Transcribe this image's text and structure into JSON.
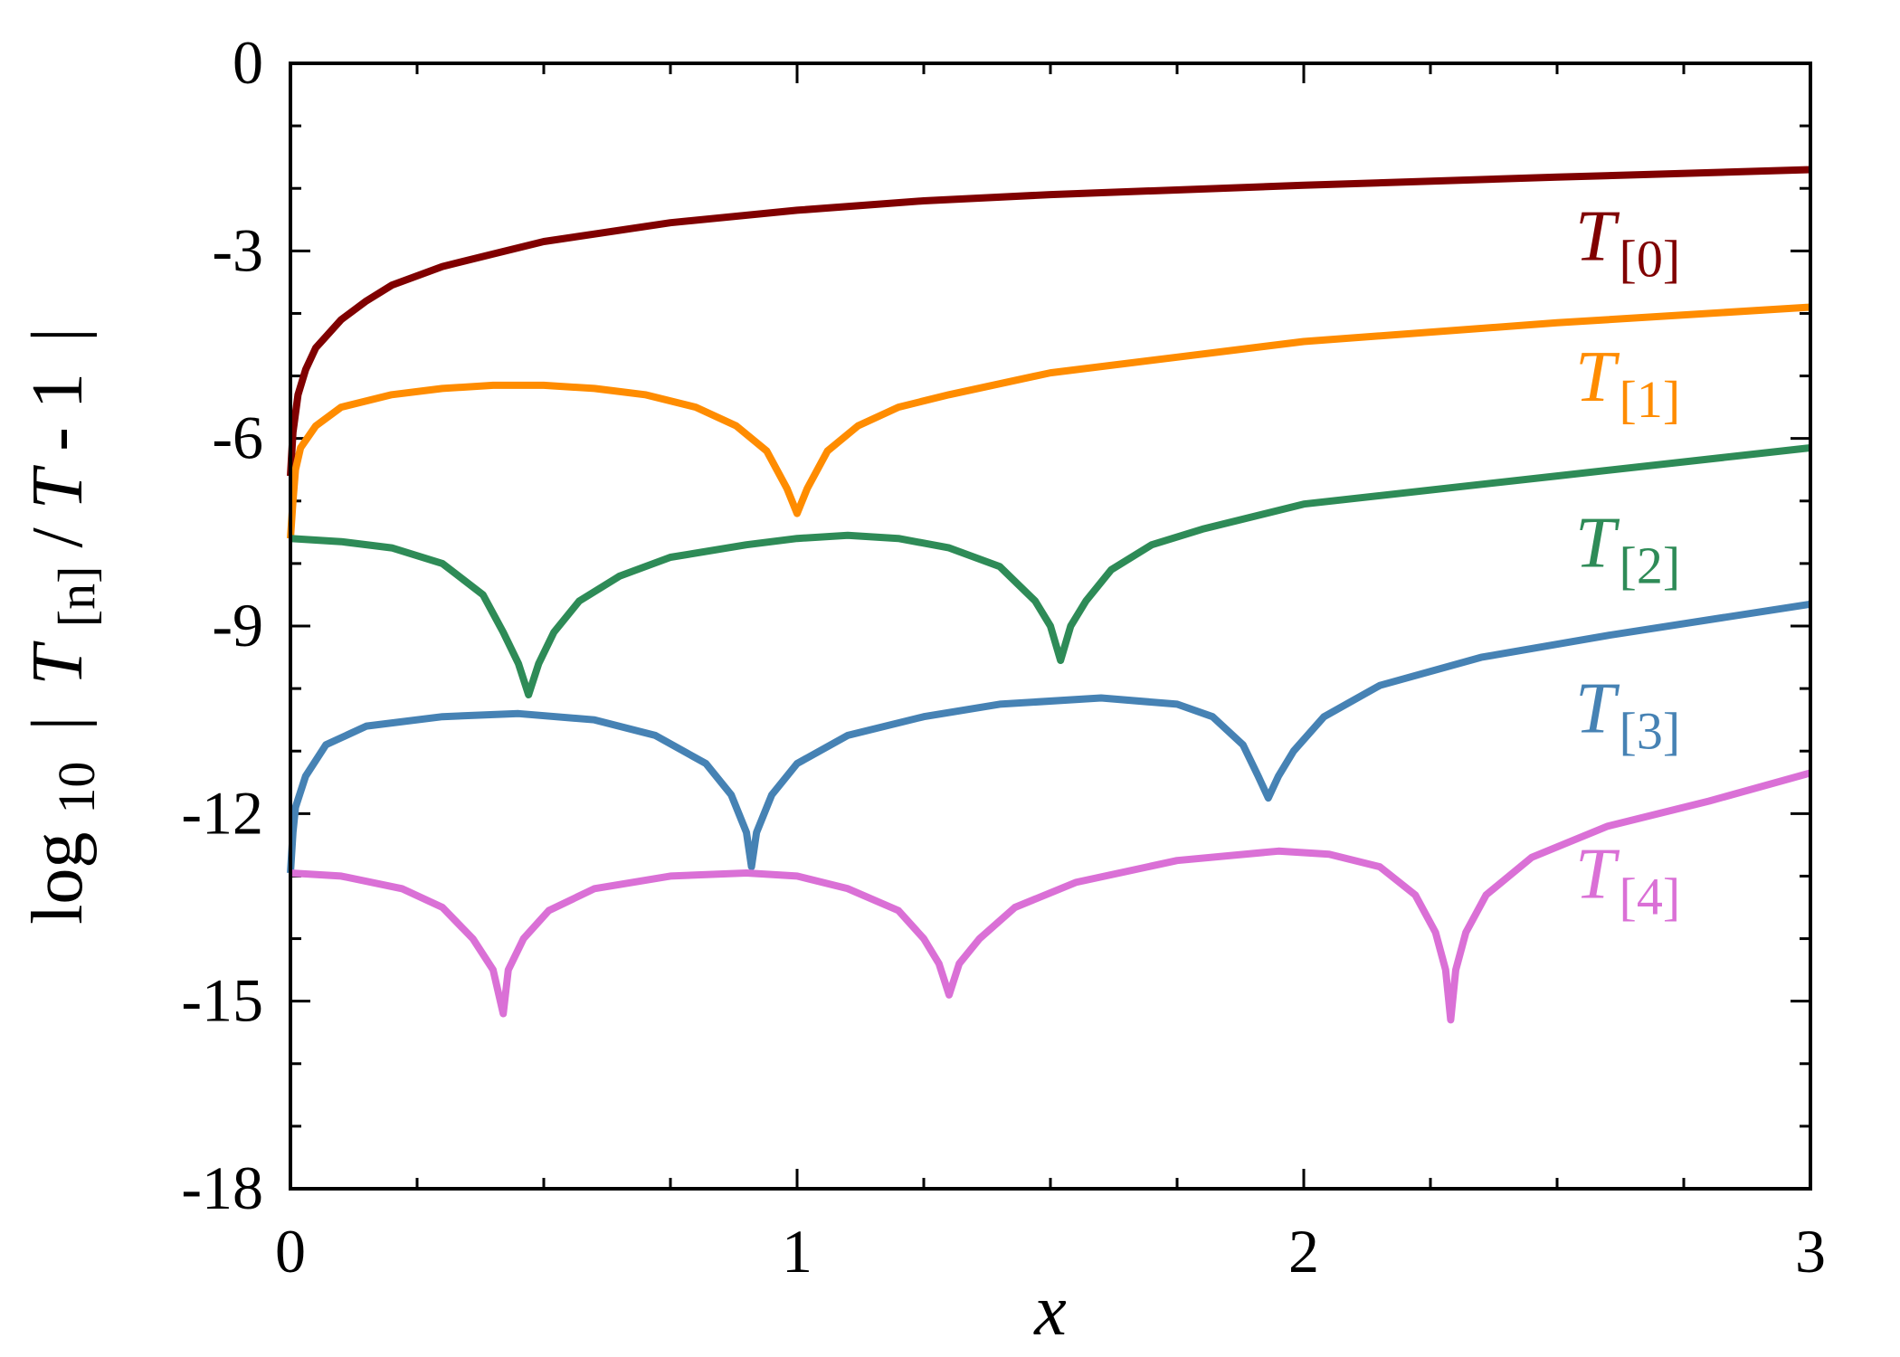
{
  "chart_data": {
    "type": "line",
    "title": "",
    "xlabel": "x",
    "ylabel": {
      "prefix": "log",
      "log_base": "10",
      "bar_open": "|",
      "T1": "T",
      "sub": "[n]",
      "middle": "/",
      "T2": "T",
      "suffix": " - 1",
      "bar_close": "|"
    },
    "xlim": [
      0,
      3
    ],
    "ylim": [
      -18,
      0
    ],
    "xticks": [
      0,
      1,
      2,
      3
    ],
    "xtick_labels": [
      "0",
      "1",
      "2",
      "3"
    ],
    "yticks": [
      0,
      -3,
      -6,
      -9,
      -12,
      -15,
      -18
    ],
    "ytick_labels": [
      "0",
      "-3",
      "-6",
      "-9",
      "-12",
      "-15",
      "-18"
    ],
    "x_minor_step": 0.25,
    "y_minor_step": 1,
    "grid": false,
    "legend": "inline-right",
    "series": [
      {
        "name": "T",
        "sub": "[0]",
        "color": "#800000",
        "label_anchor": [
          2.5,
          -3.15
        ],
        "points": [
          [
            0.0,
            -6.6
          ],
          [
            0.005,
            -5.9
          ],
          [
            0.015,
            -5.3
          ],
          [
            0.03,
            -4.9
          ],
          [
            0.05,
            -4.55
          ],
          [
            0.1,
            -4.1
          ],
          [
            0.15,
            -3.8
          ],
          [
            0.2,
            -3.55
          ],
          [
            0.3,
            -3.25
          ],
          [
            0.4,
            -3.05
          ],
          [
            0.5,
            -2.85
          ],
          [
            0.75,
            -2.55
          ],
          [
            1.0,
            -2.35
          ],
          [
            1.25,
            -2.2
          ],
          [
            1.5,
            -2.1
          ],
          [
            2.0,
            -1.95
          ],
          [
            2.5,
            -1.82
          ],
          [
            3.0,
            -1.7
          ]
        ]
      },
      {
        "name": "T",
        "sub": "[1]",
        "color": "#ff8c00",
        "label_anchor": [
          2.5,
          -5.4
        ],
        "points": [
          [
            0.0,
            -7.6
          ],
          [
            0.005,
            -7.0
          ],
          [
            0.01,
            -6.5
          ],
          [
            0.02,
            -6.15
          ],
          [
            0.05,
            -5.8
          ],
          [
            0.1,
            -5.5
          ],
          [
            0.2,
            -5.3
          ],
          [
            0.3,
            -5.2
          ],
          [
            0.4,
            -5.15
          ],
          [
            0.5,
            -5.15
          ],
          [
            0.6,
            -5.2
          ],
          [
            0.7,
            -5.3
          ],
          [
            0.8,
            -5.5
          ],
          [
            0.88,
            -5.8
          ],
          [
            0.94,
            -6.2
          ],
          [
            0.98,
            -6.8
          ],
          [
            1.0,
            -7.2
          ],
          [
            1.02,
            -6.8
          ],
          [
            1.06,
            -6.2
          ],
          [
            1.12,
            -5.8
          ],
          [
            1.2,
            -5.5
          ],
          [
            1.3,
            -5.3
          ],
          [
            1.5,
            -4.95
          ],
          [
            1.75,
            -4.7
          ],
          [
            2.0,
            -4.45
          ],
          [
            2.5,
            -4.15
          ],
          [
            3.0,
            -3.9
          ]
        ]
      },
      {
        "name": "T",
        "sub": "[2]",
        "color": "#2e8b57",
        "label_anchor": [
          2.5,
          -8.05
        ],
        "points": [
          [
            0.0,
            -7.6
          ],
          [
            0.1,
            -7.65
          ],
          [
            0.2,
            -7.75
          ],
          [
            0.3,
            -8.0
          ],
          [
            0.38,
            -8.5
          ],
          [
            0.42,
            -9.1
          ],
          [
            0.45,
            -9.6
          ],
          [
            0.47,
            -10.1
          ],
          [
            0.49,
            -9.6
          ],
          [
            0.52,
            -9.1
          ],
          [
            0.57,
            -8.6
          ],
          [
            0.65,
            -8.2
          ],
          [
            0.75,
            -7.9
          ],
          [
            0.9,
            -7.7
          ],
          [
            1.0,
            -7.6
          ],
          [
            1.1,
            -7.55
          ],
          [
            1.2,
            -7.6
          ],
          [
            1.3,
            -7.75
          ],
          [
            1.4,
            -8.05
          ],
          [
            1.47,
            -8.6
          ],
          [
            1.5,
            -9.0
          ],
          [
            1.52,
            -9.55
          ],
          [
            1.54,
            -9.0
          ],
          [
            1.57,
            -8.6
          ],
          [
            1.62,
            -8.1
          ],
          [
            1.7,
            -7.7
          ],
          [
            1.8,
            -7.45
          ],
          [
            2.0,
            -7.05
          ],
          [
            2.5,
            -6.6
          ],
          [
            3.0,
            -6.15
          ]
        ]
      },
      {
        "name": "T",
        "sub": "[3]",
        "color": "#4682b4",
        "label_anchor": [
          2.5,
          -10.7
        ],
        "points": [
          [
            0.0,
            -12.95
          ],
          [
            0.005,
            -12.3
          ],
          [
            0.01,
            -11.9
          ],
          [
            0.03,
            -11.4
          ],
          [
            0.07,
            -10.9
          ],
          [
            0.15,
            -10.6
          ],
          [
            0.3,
            -10.45
          ],
          [
            0.45,
            -10.4
          ],
          [
            0.6,
            -10.5
          ],
          [
            0.72,
            -10.75
          ],
          [
            0.82,
            -11.2
          ],
          [
            0.87,
            -11.7
          ],
          [
            0.9,
            -12.3
          ],
          [
            0.91,
            -12.85
          ],
          [
            0.92,
            -12.3
          ],
          [
            0.95,
            -11.7
          ],
          [
            1.0,
            -11.2
          ],
          [
            1.1,
            -10.75
          ],
          [
            1.25,
            -10.45
          ],
          [
            1.4,
            -10.25
          ],
          [
            1.6,
            -10.15
          ],
          [
            1.75,
            -10.25
          ],
          [
            1.82,
            -10.45
          ],
          [
            1.88,
            -10.9
          ],
          [
            1.91,
            -11.4
          ],
          [
            1.93,
            -11.75
          ],
          [
            1.95,
            -11.4
          ],
          [
            1.98,
            -11.0
          ],
          [
            2.04,
            -10.45
          ],
          [
            2.15,
            -9.95
          ],
          [
            2.35,
            -9.5
          ],
          [
            2.6,
            -9.15
          ],
          [
            3.0,
            -8.65
          ]
        ]
      },
      {
        "name": "T",
        "sub": "[4]",
        "color": "#da70d6",
        "label_anchor": [
          2.5,
          -13.35
        ],
        "points": [
          [
            0.0,
            -12.95
          ],
          [
            0.1,
            -13.0
          ],
          [
            0.22,
            -13.2
          ],
          [
            0.3,
            -13.5
          ],
          [
            0.36,
            -14.0
          ],
          [
            0.4,
            -14.5
          ],
          [
            0.42,
            -15.2
          ],
          [
            0.43,
            -14.5
          ],
          [
            0.46,
            -14.0
          ],
          [
            0.51,
            -13.55
          ],
          [
            0.6,
            -13.2
          ],
          [
            0.75,
            -13.0
          ],
          [
            0.9,
            -12.95
          ],
          [
            1.0,
            -13.0
          ],
          [
            1.1,
            -13.2
          ],
          [
            1.2,
            -13.55
          ],
          [
            1.25,
            -14.0
          ],
          [
            1.28,
            -14.4
          ],
          [
            1.3,
            -14.9
          ],
          [
            1.32,
            -14.4
          ],
          [
            1.36,
            -14.0
          ],
          [
            1.43,
            -13.5
          ],
          [
            1.55,
            -13.1
          ],
          [
            1.75,
            -12.75
          ],
          [
            1.95,
            -12.6
          ],
          [
            2.05,
            -12.65
          ],
          [
            2.15,
            -12.85
          ],
          [
            2.22,
            -13.3
          ],
          [
            2.26,
            -13.9
          ],
          [
            2.28,
            -14.5
          ],
          [
            2.29,
            -15.3
          ],
          [
            2.3,
            -14.5
          ],
          [
            2.32,
            -13.9
          ],
          [
            2.36,
            -13.3
          ],
          [
            2.45,
            -12.7
          ],
          [
            2.6,
            -12.2
          ],
          [
            2.8,
            -11.8
          ],
          [
            3.0,
            -11.35
          ]
        ]
      }
    ]
  }
}
